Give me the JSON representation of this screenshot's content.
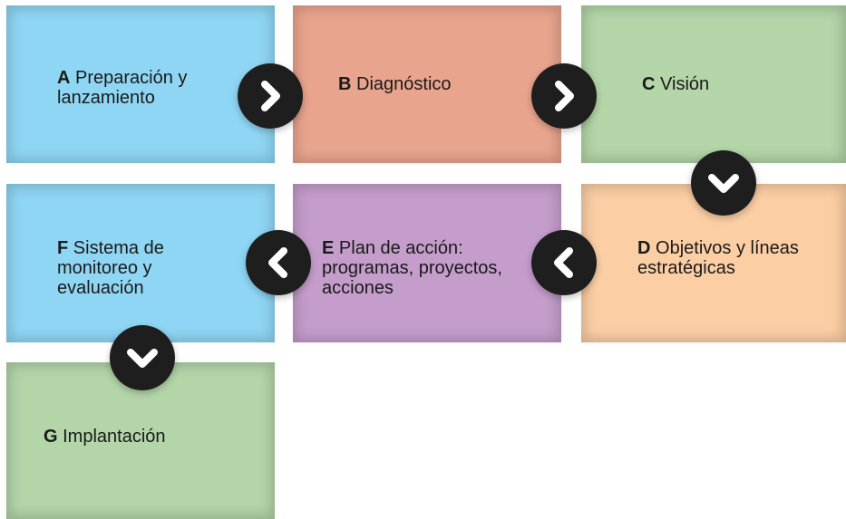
{
  "steps": [
    {
      "letter": "A",
      "label": "Preparación y lanzamiento",
      "lines": [
        "Preparación y",
        "lanzamiento"
      ],
      "color": "#8fd6f4"
    },
    {
      "letter": "B",
      "label": "Diagnóstico",
      "lines": [
        "Diagnóstico"
      ],
      "color": "#e9a48d"
    },
    {
      "letter": "C",
      "label": "Visión",
      "lines": [
        "Visión"
      ],
      "color": "#b3d5a8"
    },
    {
      "letter": "D",
      "label": "Objetivos y líneas estratégicas",
      "lines": [
        "Objetivos y líneas",
        "estratégicas"
      ],
      "color": "#fbcea4"
    },
    {
      "letter": "E",
      "label": "Plan de acción: programas, proyectos, acciones",
      "lines": [
        "Plan de acción:",
        "programas, proyectos,",
        "acciones"
      ],
      "color": "#c49dcb"
    },
    {
      "letter": "F",
      "label": "Sistema de monitoreo y evaluación",
      "lines": [
        "Sistema de",
        "monitoreo y",
        "evaluación"
      ],
      "color": "#8fd6f4"
    },
    {
      "letter": "G",
      "label": "Implantación",
      "lines": [
        "Implantación"
      ],
      "color": "#b3d5a8"
    }
  ],
  "arrows": [
    {
      "from": "A",
      "to": "B",
      "icon": "chevron-right-icon"
    },
    {
      "from": "B",
      "to": "C",
      "icon": "chevron-right-icon"
    },
    {
      "from": "C",
      "to": "D",
      "icon": "chevron-down-icon"
    },
    {
      "from": "D",
      "to": "E",
      "icon": "chevron-left-icon"
    },
    {
      "from": "E",
      "to": "F",
      "icon": "chevron-left-icon"
    },
    {
      "from": "F",
      "to": "G",
      "icon": "chevron-down-icon"
    }
  ],
  "colors": {
    "arrow_circle": "#1e1e1e",
    "arrow_chevron": "#ffffff"
  }
}
